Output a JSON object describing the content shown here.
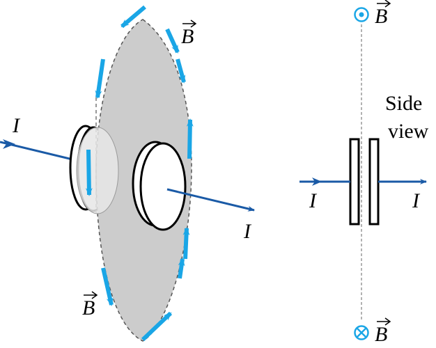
{
  "labels": {
    "current_symbol": "I",
    "field_symbol": "B",
    "side_view_line1": "Side",
    "side_view_line2": "view"
  },
  "colors": {
    "current_arrow": "#1a5aa6",
    "field_arrow": "#1aa6e6",
    "disk_fill": "#cccccc",
    "disk_edge": "#555555",
    "plate_outline": "#000000",
    "dotted_axis": "#999999"
  },
  "icons": {
    "field_out_of_page": "dot-in-circle-icon",
    "field_into_page": "cross-in-circle-icon"
  }
}
